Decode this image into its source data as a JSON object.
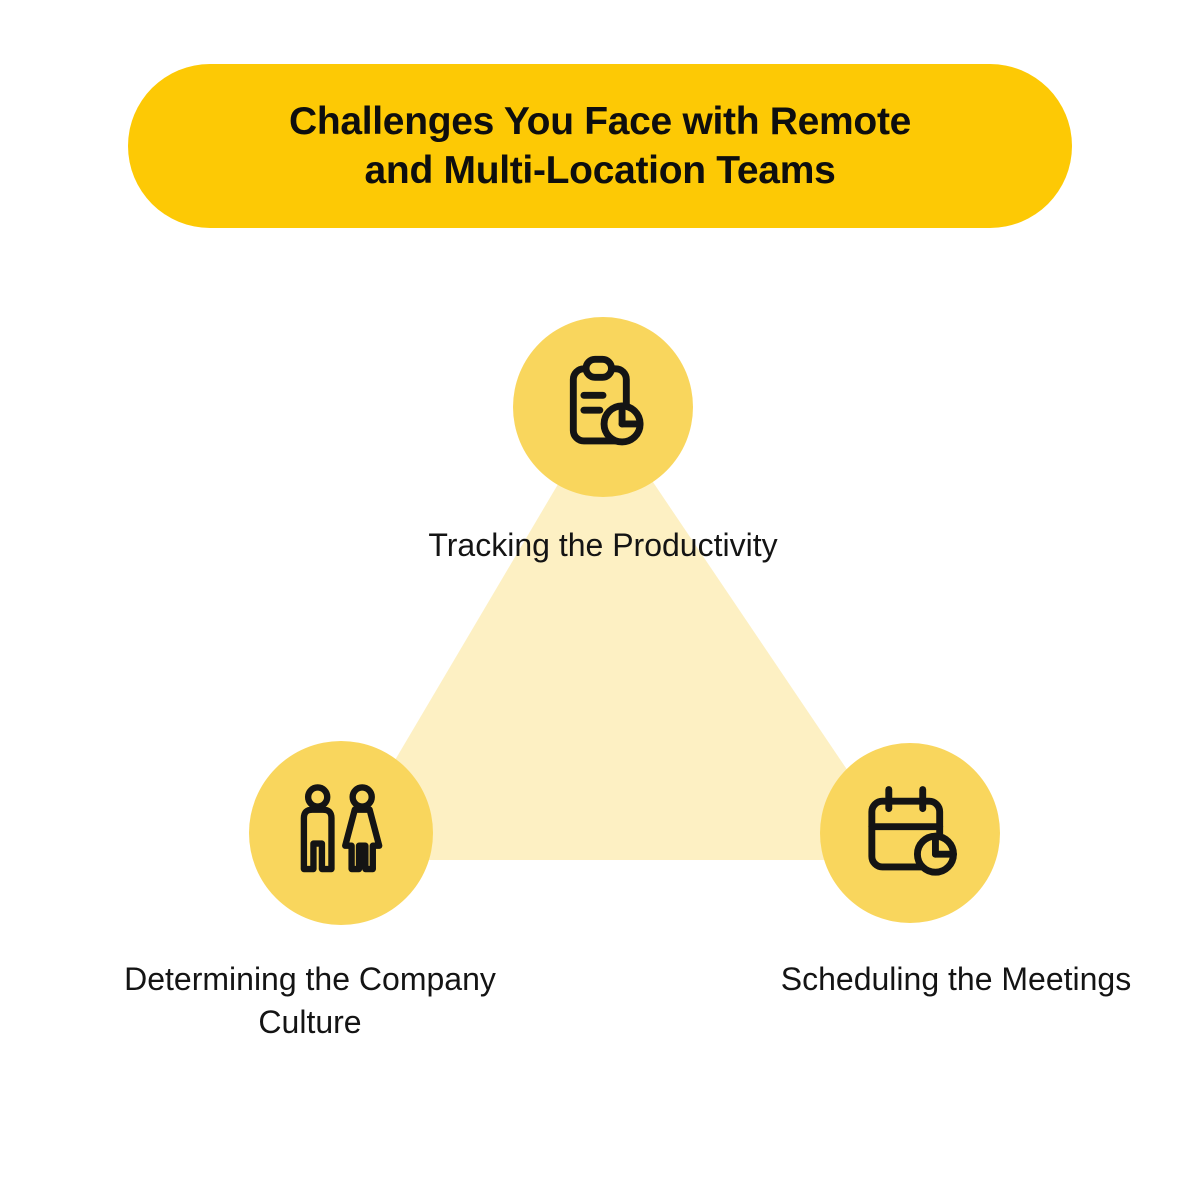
{
  "title": {
    "line1": "Challenges You Face with Remote",
    "line2": "and Multi-Location Teams"
  },
  "nodes": [
    {
      "id": "tracking-productivity",
      "label": "Tracking the Productivity",
      "icon": "clipboard-pie-chart-icon"
    },
    {
      "id": "company-culture",
      "label": "Determining the Company Culture",
      "icon": "man-woman-icon"
    },
    {
      "id": "scheduling-meetings",
      "label": "Scheduling the Meetings",
      "icon": "calendar-pie-chart-icon"
    }
  ],
  "colors": {
    "background": "#FFFFFF",
    "banner": "#FDC905",
    "node_circle": "#F9D65D",
    "triangle": "#FDF0C3",
    "icon_stroke": "#141414",
    "text": "#141414"
  }
}
